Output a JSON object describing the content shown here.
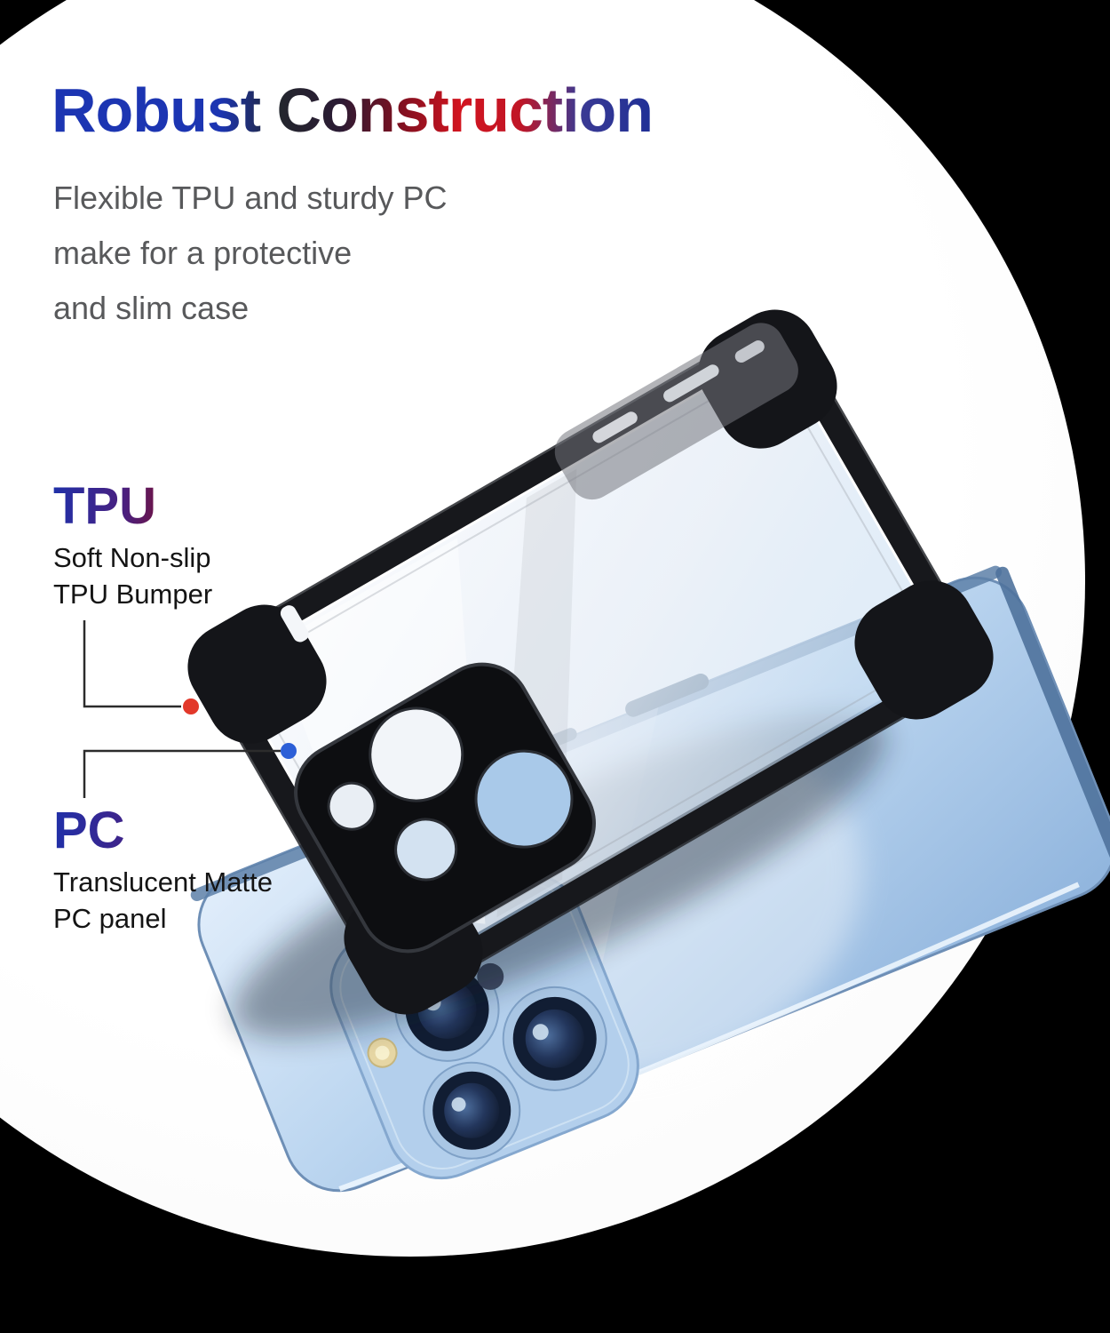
{
  "header": {
    "title": "Robust Construction",
    "subtitle_lines": [
      "Flexible TPU and sturdy PC",
      "make for a protective",
      "and slim case"
    ]
  },
  "callouts": {
    "tpu": {
      "label": "TPU",
      "desc_line1": "Soft Non-slip",
      "desc_line2": "TPU Bumper"
    },
    "pc": {
      "label": "PC",
      "desc_line1": "Translucent Matte",
      "desc_line2": "PC panel"
    }
  },
  "colors": {
    "background": "#000000",
    "panel": "#ffffff",
    "title_blue": "#1c33ad",
    "title_red": "#d2101c",
    "tpu_marker_dot": "#e2382a",
    "pc_marker_dot": "#2c5fd7",
    "case_bumper_black": "#17181c",
    "phone_blue": "#b7d2ee"
  }
}
